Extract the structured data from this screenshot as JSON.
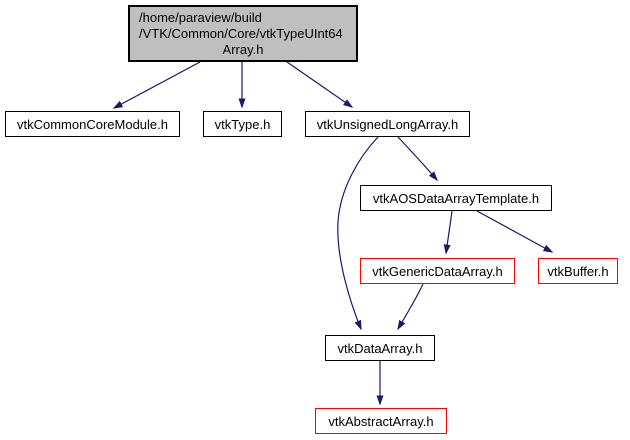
{
  "diagram": {
    "type": "include-dependency-graph",
    "main_node": {
      "lines": [
        "/home/paraview/build",
        "/VTK/Common/Core/vtkTypeUInt64",
        "Array.h"
      ]
    },
    "nodes": [
      {
        "id": "vtkCommonCoreModule",
        "label": "vtkCommonCoreModule.h",
        "style": "normal"
      },
      {
        "id": "vtkType",
        "label": "vtkType.h",
        "style": "normal"
      },
      {
        "id": "vtkUnsignedLongArray",
        "label": "vtkUnsignedLongArray.h",
        "style": "normal"
      },
      {
        "id": "vtkAOSDataArrayTemplate",
        "label": "vtkAOSDataArrayTemplate.h",
        "style": "normal"
      },
      {
        "id": "vtkGenericDataArray",
        "label": "vtkGenericDataArray.h",
        "style": "red"
      },
      {
        "id": "vtkBuffer",
        "label": "vtkBuffer.h",
        "style": "red"
      },
      {
        "id": "vtkDataArray",
        "label": "vtkDataArray.h",
        "style": "normal"
      },
      {
        "id": "vtkAbstractArray",
        "label": "vtkAbstractArray.h",
        "style": "red"
      }
    ],
    "edges": [
      {
        "from": "main",
        "to": "vtkCommonCoreModule"
      },
      {
        "from": "main",
        "to": "vtkType"
      },
      {
        "from": "main",
        "to": "vtkUnsignedLongArray"
      },
      {
        "from": "vtkUnsignedLongArray",
        "to": "vtkAOSDataArrayTemplate"
      },
      {
        "from": "vtkUnsignedLongArray",
        "to": "vtkDataArray"
      },
      {
        "from": "vtkAOSDataArrayTemplate",
        "to": "vtkGenericDataArray"
      },
      {
        "from": "vtkAOSDataArrayTemplate",
        "to": "vtkBuffer"
      },
      {
        "from": "vtkGenericDataArray",
        "to": "vtkDataArray"
      },
      {
        "from": "vtkDataArray",
        "to": "vtkAbstractArray"
      }
    ],
    "colors": {
      "edge": "#191970",
      "node_border": "#000000",
      "highlight_border": "#ff0000",
      "main_node_fill": "#bfbfbf",
      "node_fill": "#ffffff",
      "background": "#ffffff",
      "text": "#000000"
    }
  }
}
